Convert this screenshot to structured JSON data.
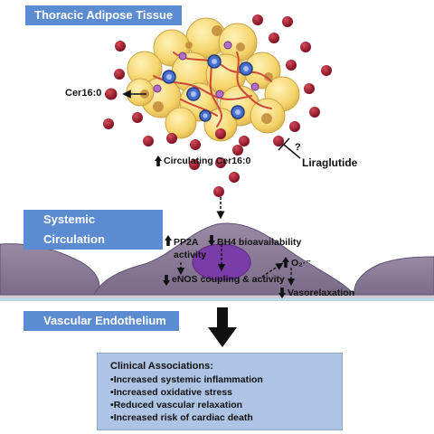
{
  "banners": {
    "adipose": "Thoracic Adipose Tissue",
    "circulation": "Systemic Circulation",
    "endothelium": "Vascular Endothelium"
  },
  "labels": {
    "cer_left": "Cer16:0",
    "circulating": "Circulating Cer16:0",
    "liraglutide": "Liraglutide",
    "question": "?",
    "pp2a_line1": "PP2A",
    "pp2a_line2": "activity",
    "bh4": "BH4 bioavailability",
    "enos": "eNOS coupling & activity",
    "o2": "O₂·⁻",
    "vasorelaxation": "Vasorelaxation"
  },
  "clinical": {
    "title": "Clinical Associations:",
    "items": [
      "Increased systemic inflammation",
      "Increased oxidative stress",
      "Reduced vascular relaxation",
      "Increased risk of cardiac death"
    ]
  },
  "colors": {
    "banner": "#5b8bd0",
    "clinical_box": "#aec4e4",
    "adipocyte": "#f7dc7a",
    "ceramide": "#9e1b2b",
    "endothelium": "#8b7b97",
    "nucleus": "#7a3ca8"
  }
}
